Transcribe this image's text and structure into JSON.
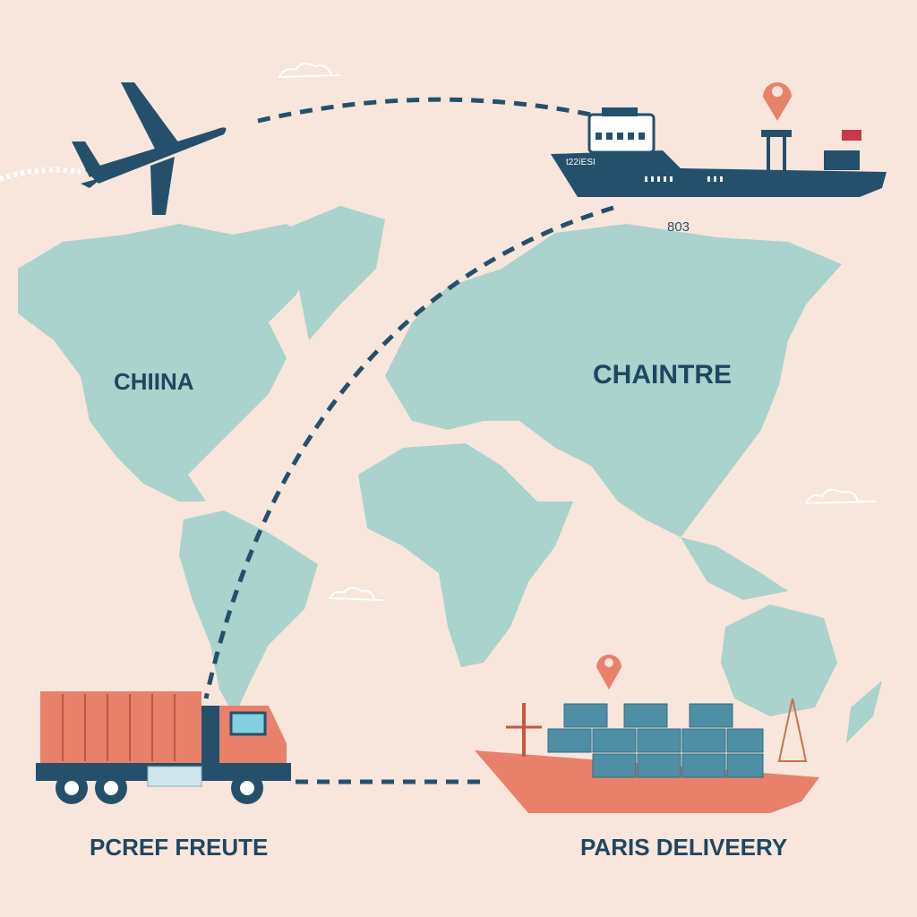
{
  "labels": {
    "americas": "CHIINA",
    "asia": "CHAINTRE",
    "truck_caption": "PCREF FREUTE",
    "ship_caption": "PARIS DELIVEERY",
    "ship_hull_text": "t22íESI",
    "ship_number": "803"
  },
  "colors": {
    "background": "#f8e6dc",
    "land": "#a9d3cc",
    "navy": "#24506b",
    "coral": "#e8806a"
  },
  "icons": [
    "airplane-icon",
    "cargo-ship-icon",
    "location-pin-icon",
    "truck-icon",
    "container-ship-icon",
    "cloud-icon"
  ]
}
